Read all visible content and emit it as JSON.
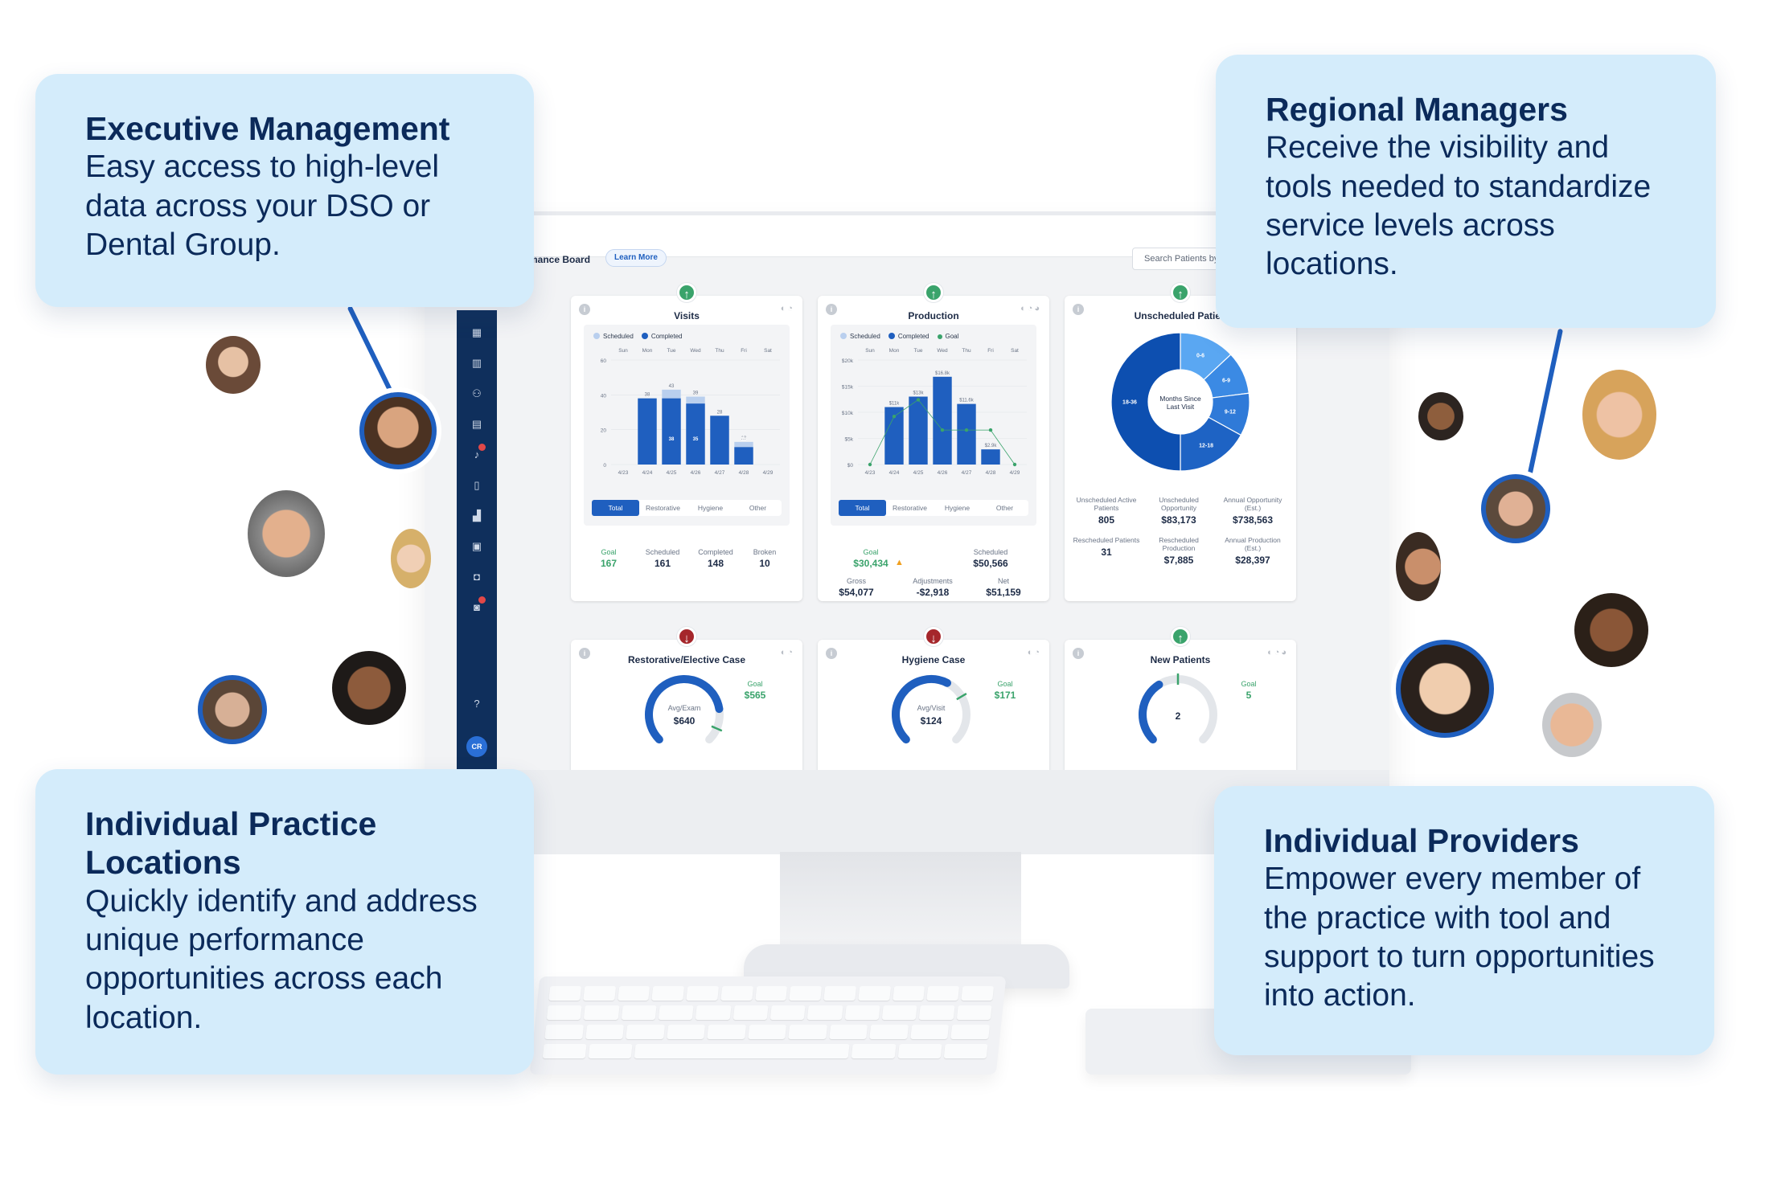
{
  "screen": {
    "board_title": "mance Board",
    "learn_more": "Learn More",
    "search_placeholder": "Search Patients by n",
    "user_initials": "CR"
  },
  "visits": {
    "title": "Visits",
    "legend": [
      "Scheduled",
      "Completed"
    ],
    "tabs": [
      "Total",
      "Restorative",
      "Hygiene",
      "Other"
    ],
    "stats": [
      {
        "label": "Goal",
        "value": "167"
      },
      {
        "label": "Scheduled",
        "value": "161"
      },
      {
        "label": "Completed",
        "value": "148"
      },
      {
        "label": "Broken",
        "value": "10"
      }
    ]
  },
  "production": {
    "title": "Production",
    "legend": [
      "Scheduled",
      "Completed",
      "Goal"
    ],
    "tabs": [
      "Total",
      "Restorative",
      "Hygiene",
      "Other"
    ],
    "goal_label": "Goal",
    "goal_value": "$30,434",
    "scheduled_label": "Scheduled",
    "scheduled_value": "$50,566",
    "gross_label": "Gross",
    "gross_value": "$54,077",
    "adj_label": "Adjustments",
    "adj_value": "-$2,918",
    "net_label": "Net",
    "net_value": "$51,159"
  },
  "unscheduled": {
    "title": "Unscheduled Patien",
    "center_label": "Months Since Last Visit",
    "slice_labels": [
      "0-6",
      "6-9",
      "9-12",
      "12-18",
      "18-36"
    ],
    "stats": [
      {
        "label": "Unscheduled Active Patients",
        "value": "805"
      },
      {
        "label": "Unscheduled Opportunity",
        "value": "$83,173"
      },
      {
        "label": "Annual Opportunity (Est.)",
        "value": "$738,563"
      },
      {
        "label": "Rescheduled Patients",
        "value": "31"
      },
      {
        "label": "Rescheduled Production",
        "value": "$7,885"
      },
      {
        "label": "Annual Production (Est.)",
        "value": "$28,397"
      }
    ]
  },
  "restorative": {
    "title": "Restorative/Elective Case",
    "gauge_label": "Avg/Exam",
    "gauge_value": "$640",
    "goal_label": "Goal",
    "goal_value": "$565",
    "fill": 0.8
  },
  "hygiene": {
    "title": "Hygiene Case",
    "gauge_label": "Avg/Visit",
    "gauge_value": "$124",
    "goal_label": "Goal",
    "goal_value": "$171",
    "fill": 0.6
  },
  "new_patients": {
    "title": "New Patients",
    "gauge_value": "2",
    "goal_label": "Goal",
    "goal_value": "5",
    "fill": 0.38
  },
  "callouts": {
    "exec": {
      "title": "Executive Management",
      "body": "Easy access to high-level data across your DSO or Dental Group."
    },
    "regional": {
      "title": "Regional Managers",
      "body": "Receive the visibility and tools needed to standardize service levels across locations."
    },
    "practice": {
      "title": "Individual Practice Locations",
      "body": "Quickly identify and address unique performance opportunities across each location."
    },
    "providers": {
      "title": "Individual Providers",
      "body": "Empower every member of the practice with tool and support to turn opportunities into action."
    }
  },
  "colors": {
    "accent": "#1f5fbf",
    "callout_bg": "#d4ecfb",
    "navy": "#0b2a5a",
    "green": "#3aa36b",
    "red": "#a5262b"
  },
  "chart_data": [
    {
      "type": "bar",
      "title": "Visits",
      "categories": [
        "4/23",
        "4/24",
        "4/25",
        "4/26",
        "4/27",
        "4/28",
        "4/29"
      ],
      "day_labels": [
        "Sun",
        "Mon",
        "Tue",
        "Wed",
        "Thu",
        "Fri",
        "Sat"
      ],
      "y_ticks": [
        "0",
        "20",
        "40",
        "60"
      ],
      "ylim": [
        0,
        60
      ],
      "series": [
        {
          "name": "Scheduled",
          "values": [
            0,
            38,
            43,
            39,
            28,
            13,
            0
          ]
        },
        {
          "name": "Completed",
          "values": [
            0,
            38,
            38,
            35,
            28,
            10,
            0
          ]
        }
      ],
      "bar_labels": [
        "",
        "38",
        "43",
        "39",
        "28",
        "13",
        ""
      ],
      "inner_labels": [
        "",
        "",
        "38",
        "35",
        "",
        "10",
        ""
      ]
    },
    {
      "type": "bar",
      "title": "Production",
      "categories": [
        "4/23",
        "4/24",
        "4/25",
        "4/26",
        "4/27",
        "4/28",
        "4/29"
      ],
      "day_labels": [
        "Sun",
        "Mon",
        "Tue",
        "Wed",
        "Thu",
        "Fri",
        "Sat"
      ],
      "y_ticks": [
        "$0",
        "$5k",
        "$10k",
        "$15k",
        "$20k"
      ],
      "ylim": [
        0,
        20000
      ],
      "series": [
        {
          "name": "Completed",
          "values": [
            0,
            11000,
            13000,
            16800,
            11600,
            2900,
            0
          ]
        },
        {
          "name": "Goal",
          "values": [
            0,
            9200,
            12400,
            6600,
            6600,
            6600,
            0
          ]
        }
      ],
      "bar_labels": [
        "",
        "$11k",
        "$13k",
        "$16.8k",
        "$11.6k",
        "$2.9k",
        ""
      ]
    },
    {
      "type": "pie",
      "title": "Unscheduled Patien",
      "labels": [
        "0-6",
        "6-9",
        "9-12",
        "12-18",
        "18-36"
      ],
      "values": [
        13,
        10,
        10,
        17,
        50
      ]
    }
  ]
}
